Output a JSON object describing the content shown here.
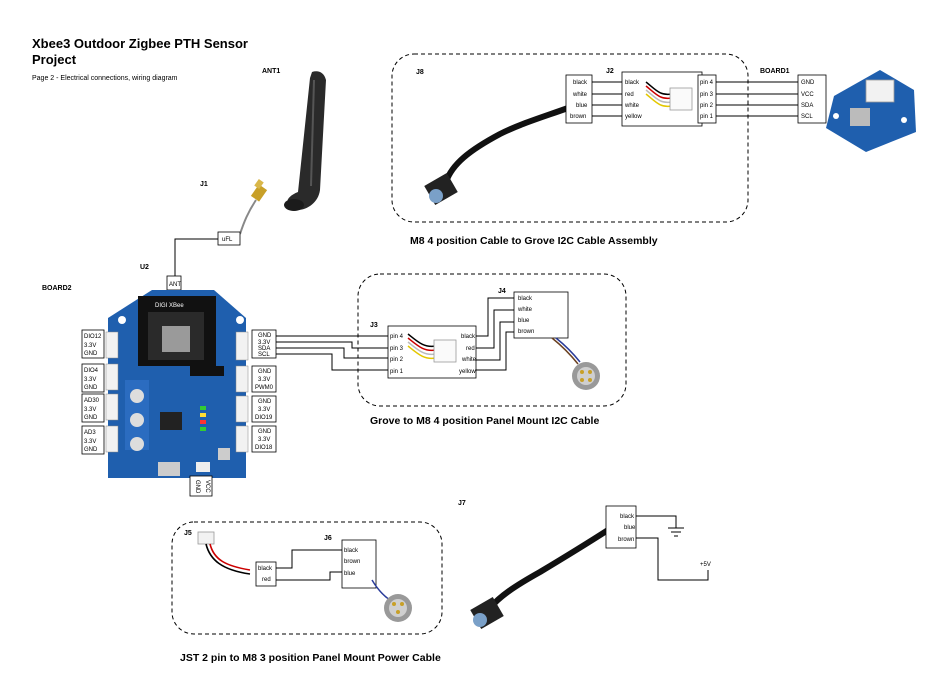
{
  "header": {
    "title_line1": "Xbee3 Outdoor Zigbee PTH Sensor",
    "title_line2": "Project",
    "subtitle": "Page 2 - Electrical connections, wiring diagram"
  },
  "refs": {
    "ant1": "ANT1",
    "j1": "J1",
    "u2": "U2",
    "board2": "BOARD2",
    "j8": "J8",
    "j2": "J2",
    "board1": "BOARD1",
    "j3": "J3",
    "j4": "J4",
    "j5": "J5",
    "j6": "J6",
    "j7": "J7"
  },
  "ufl_label": "uFL",
  "ant_label": "ANT",
  "board2_left_labels": [
    "DIO12",
    "3.3V",
    "GND",
    "DIO4",
    "3.3V",
    "GND",
    "AD30",
    "3.3V",
    "GND",
    "AD3",
    "3.3V",
    "GND"
  ],
  "board2_right_labels": [
    "GND",
    "3.3V",
    "SDA",
    "SCL",
    "GND",
    "3.3V",
    "PWM0",
    "GND",
    "3.3V",
    "DIO19",
    "GND",
    "3.3V",
    "DIO18"
  ],
  "board2_bottom_labels": [
    "GND",
    "VCC"
  ],
  "board2_logo": "DIGI XBee",
  "j2": {
    "left": [
      "black",
      "white",
      "blue",
      "brown"
    ],
    "mid": [
      "black",
      "red",
      "white",
      "yellow"
    ],
    "right": [
      "pin 4",
      "pin 3",
      "pin 2",
      "pin 1"
    ]
  },
  "board1_pins": [
    "GND",
    "VCC",
    "SDA",
    "SCL"
  ],
  "j3": {
    "left": [
      "pin 4",
      "pin 3",
      "pin 2",
      "pin 1"
    ],
    "right": [
      "black",
      "red",
      "white",
      "yellow"
    ]
  },
  "j4_pins": [
    "black",
    "white",
    "blue",
    "brown"
  ],
  "j5_pins": [
    "black",
    "red"
  ],
  "j6_pins": [
    "black",
    "brown",
    "blue"
  ],
  "j7_pins": [
    "black",
    "blue",
    "brown"
  ],
  "power_label": "+5V",
  "captions": {
    "top": "M8 4 position Cable to Grove I2C Cable Assembly",
    "mid": "Grove to M8 4 position Panel Mount I2C Cable",
    "bottom": "JST 2 pin to M8 3 position Panel Mount Power Cable"
  }
}
